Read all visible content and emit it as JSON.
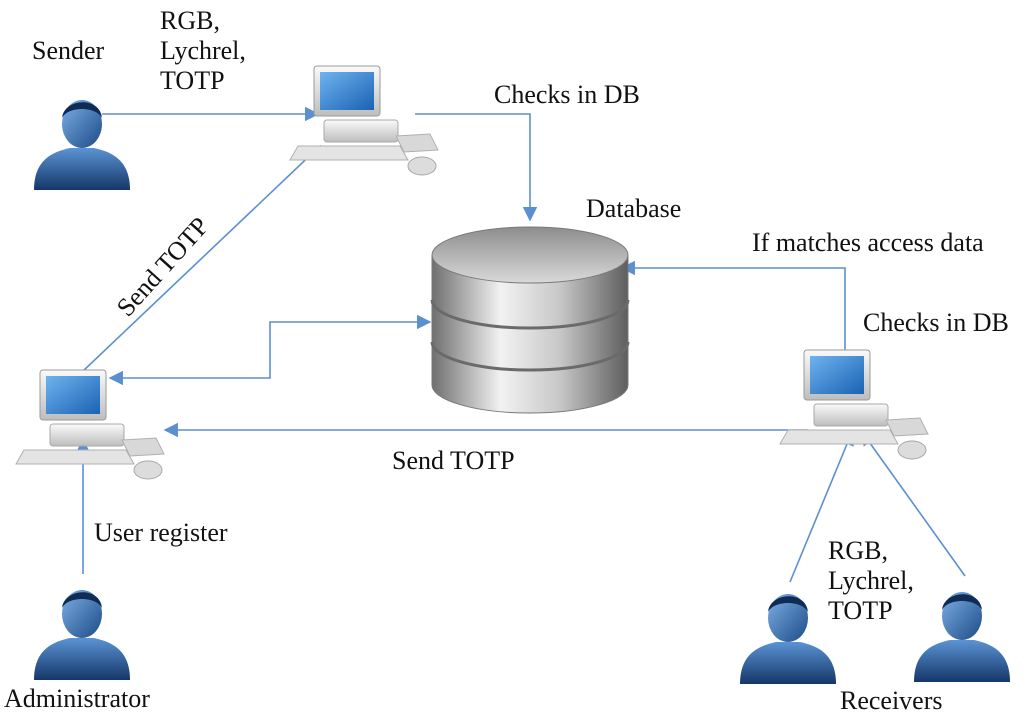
{
  "labels": {
    "sender": "Sender",
    "sender_creds": [
      "RGB,",
      "Lychrel,",
      "TOTP"
    ],
    "checks_db_top": "Checks in DB",
    "database": "Database",
    "if_matches": "If matches access data",
    "send_totp_diag": "Send TOTP",
    "checks_db_right": "Checks in DB",
    "send_totp_bottom": "Send TOTP",
    "user_register": "User register",
    "receiver_creds": [
      "RGB,",
      "Lychrel,",
      "TOTP"
    ],
    "administrator": "Administrator",
    "receivers": "Receivers"
  },
  "colors": {
    "arrow": "#5b8fd0",
    "user_dark": "#163a6b",
    "user_light": "#4f86c6",
    "screen": "#2e7fd0",
    "db_grey": "#9a9a9a"
  },
  "icons": {
    "user": "user-icon",
    "computer": "computer-icon",
    "database": "database-cylinder-icon"
  }
}
